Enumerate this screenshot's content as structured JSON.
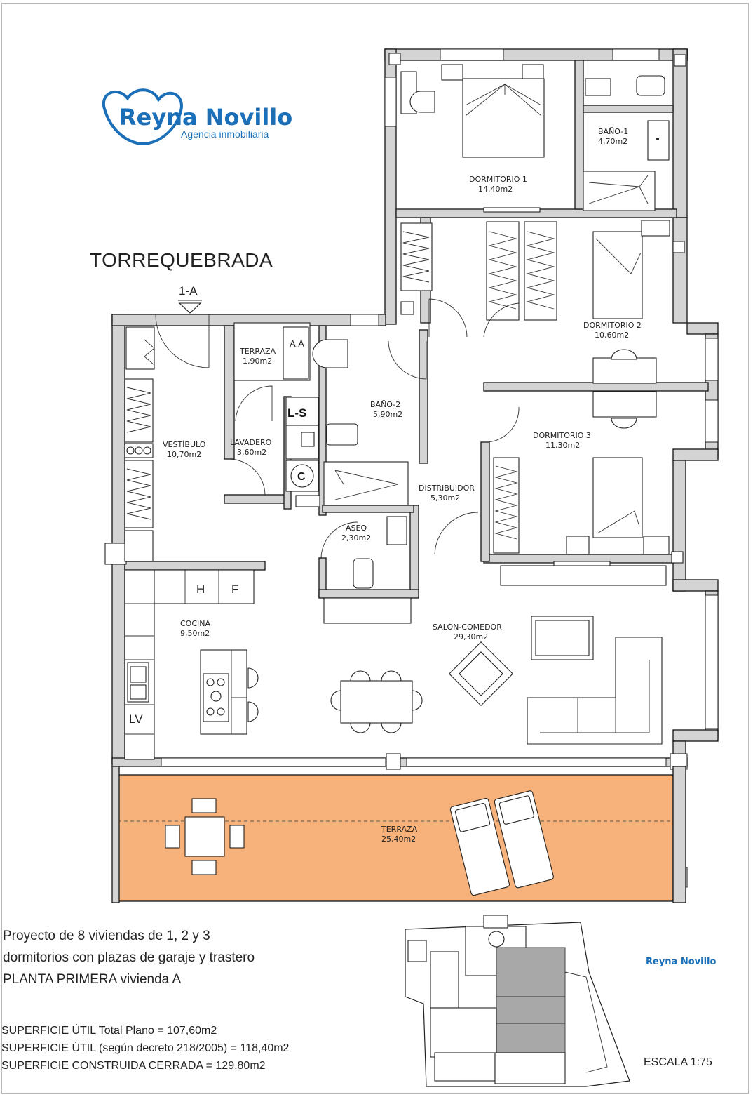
{
  "brand": {
    "name": "Reyna Novillo",
    "tagline": "Agencia inmobiliaria",
    "small_name": "Reyna Novillo",
    "color": "#1a6fb8"
  },
  "plan": {
    "title": "TORREQUEBRADA",
    "unit_mark": "1-A",
    "terrace_color": "#f6b27a",
    "wall_color": "#d4d4d4",
    "appliance_labels": {
      "aa": "A.A",
      "ls": "L-S",
      "c": "C",
      "h": "H",
      "f": "F",
      "lv": "LV"
    },
    "rooms": [
      {
        "id": "dormitorio1",
        "name": "DORMITORIO 1",
        "area": "14,40m2"
      },
      {
        "id": "bano1",
        "name": "BAÑO-1",
        "area": "4,70m2"
      },
      {
        "id": "dormitorio2",
        "name": "DORMITORIO 2",
        "area": "10,60m2"
      },
      {
        "id": "dormitorio3",
        "name": "DORMITORIO 3",
        "area": "11,30m2"
      },
      {
        "id": "terraza_small",
        "name": "TERRAZA",
        "area": "1,90m2"
      },
      {
        "id": "bano2",
        "name": "BAÑO-2",
        "area": "5,90m2"
      },
      {
        "id": "vestibulo",
        "name": "VESTÍBULO",
        "area": "10,70m2"
      },
      {
        "id": "lavadero",
        "name": "LAVADERO",
        "area": "3,60m2"
      },
      {
        "id": "distribuidor",
        "name": "DISTRIBUIDOR",
        "area": "5,30m2"
      },
      {
        "id": "aseo",
        "name": "ASEO",
        "area": "2,30m2"
      },
      {
        "id": "cocina",
        "name": "COCINA",
        "area": "9,50m2"
      },
      {
        "id": "salon",
        "name": "SALÓN-COMEDOR",
        "area": "29,30m2"
      },
      {
        "id": "terraza",
        "name": "TERRAZA",
        "area": "25,40m2"
      }
    ]
  },
  "project": {
    "line1": "Proyecto de 8 viviendas de 1, 2 y 3",
    "line2": "dormitorios con plazas de garaje y trastero",
    "line3": "PLANTA PRIMERA vivienda A"
  },
  "surfaces": {
    "total_plano": "SUPERFICIE ÚTIL Total Plano = 107,60m2",
    "util_decreto": "SUPERFICIE ÚTIL (según decreto 218/2005) = 118,40m2",
    "construida": "SUPERFICIE CONSTRUIDA CERRADA = 129,80m2"
  },
  "scale": "ESCALA  1:75"
}
